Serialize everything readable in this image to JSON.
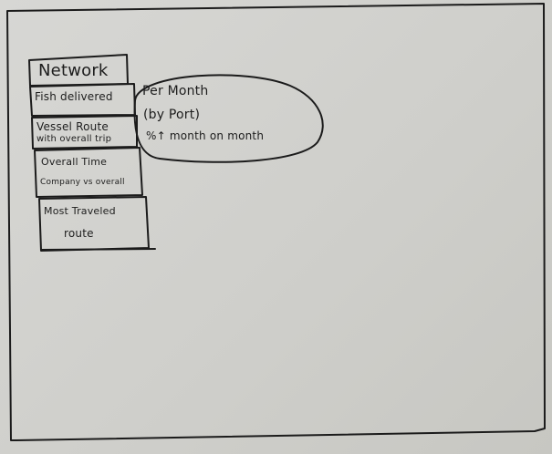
{
  "sketch": {
    "menu": {
      "title": "Network",
      "items": [
        {
          "label": "Fish delivered"
        },
        {
          "label_line1": "Vessel Route",
          "label_line2": "with overall trip"
        },
        {
          "label_line1": "Overall Time",
          "label_line2": "Company vs overall"
        },
        {
          "label_line1": "Most Traveled",
          "label_line2": "route"
        }
      ]
    },
    "callout": {
      "line1": "Per Month",
      "line2": "(by Port)",
      "line3": "%↑ month on month"
    }
  }
}
